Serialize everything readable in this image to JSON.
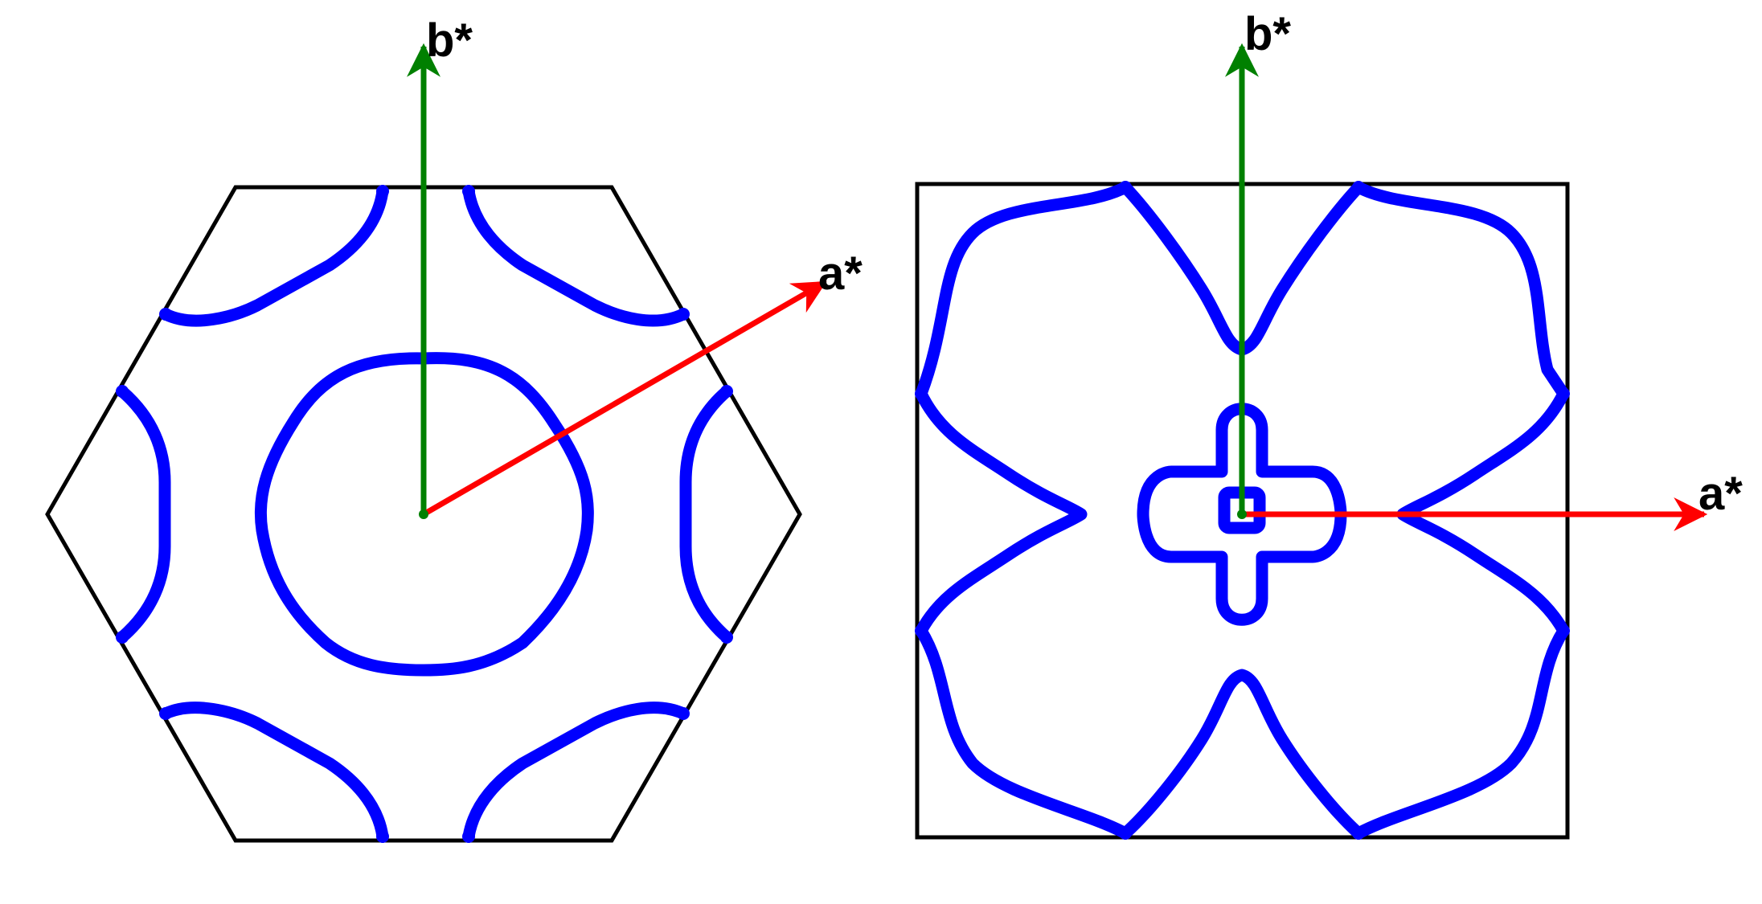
{
  "colors": {
    "boundary": "#000000",
    "surface": "#0000ff",
    "a_axis": "#ff0000",
    "b_axis": "#008000"
  },
  "panels": [
    {
      "name": "hexagonal-zone",
      "a_label": "a*",
      "b_label": "b*"
    },
    {
      "name": "square-zone",
      "a_label": "a*",
      "b_label": "b*"
    }
  ]
}
